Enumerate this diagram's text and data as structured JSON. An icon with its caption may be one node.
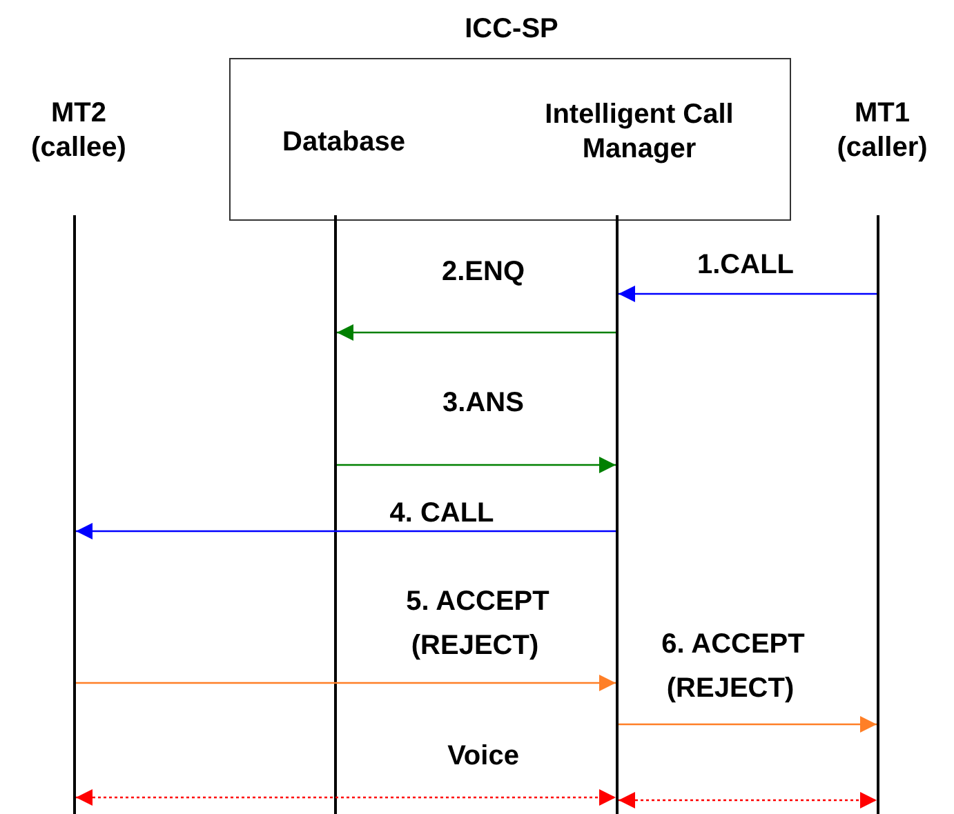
{
  "diagram": {
    "nodes": [
      {
        "text": [
          "ICC-SP"
        ]
      },
      {
        "text": [
          "MT2 (callee)"
        ]
      },
      {
        "text": [
          "Database"
        ],
        "in": 0
      },
      {
        "text": [
          "Intelligent Call Manager"
        ],
        "in": 0
      },
      {
        "text": [
          "MT1 (caller)"
        ]
      },
      {
        "text": [],
        "shape": "line"
      },
      {
        "text": [],
        "shape": "line"
      },
      {
        "text": [],
        "shape": "line"
      },
      {
        "text": [],
        "shape": "line"
      }
    ],
    "edges": [
      {
        "from": 8,
        "to": 7,
        "arrow": "to",
        "label": "1.CALL",
        "color": "#0000ff"
      },
      {
        "from": 7,
        "to": 6,
        "arrow": "to",
        "label": "2.ENQ",
        "color": "#008000"
      },
      {
        "from": 6,
        "to": 7,
        "arrow": "to",
        "label": "3.ANS",
        "color": "#008000"
      },
      {
        "from": 7,
        "to": 5,
        "arrow": "to",
        "label": "4. CALL",
        "color": "#0000ff"
      },
      {
        "from": 5,
        "to": 7,
        "arrow": "to",
        "label": "5. ACCEPT (REJECT)",
        "color": "#ff7f27"
      },
      {
        "from": 7,
        "to": 8,
        "arrow": "to",
        "label": "6. ACCEPT (REJECT)",
        "color": "#ff7f27"
      },
      {
        "from": 5,
        "to": 7,
        "arrow": "both",
        "label": "Voice",
        "style": "dashed",
        "color": "#ff0000"
      },
      {
        "from": 7,
        "to": 8,
        "arrow": "both",
        "style": "dashed",
        "color": "#ff0000"
      }
    ]
  }
}
